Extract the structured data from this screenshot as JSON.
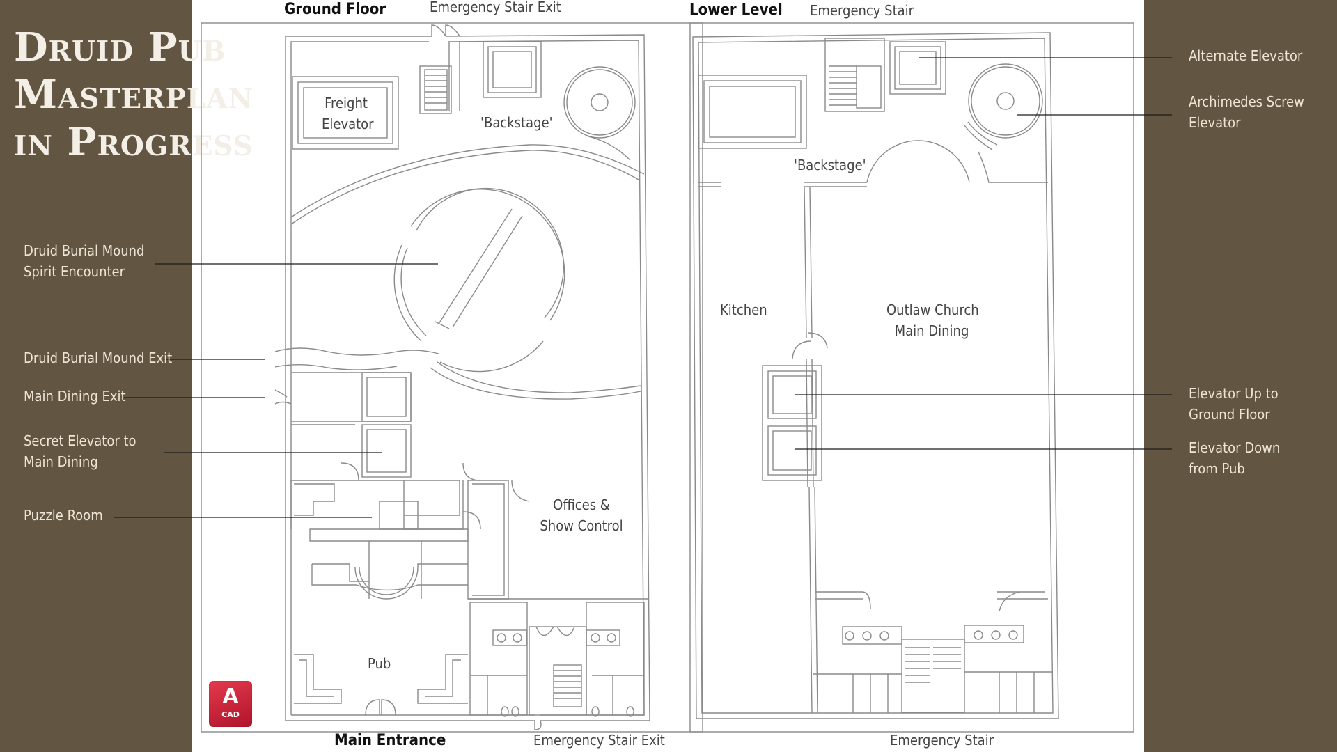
{
  "title_lines": [
    "Druid Pub",
    "Masterplan",
    "in Progress"
  ],
  "left_callouts": [
    {
      "lines": [
        "Druid Burial Mound",
        "Spirit Encounter"
      ]
    },
    {
      "lines": [
        "Druid Burial Mound Exit"
      ]
    },
    {
      "lines": [
        "Main Dining Exit"
      ]
    },
    {
      "lines": [
        "Secret Elevator to",
        "Main Dining"
      ]
    },
    {
      "lines": [
        "Puzzle Room"
      ]
    }
  ],
  "right_callouts": [
    {
      "lines": [
        "Alternate Elevator"
      ]
    },
    {
      "lines": [
        "Archimedes Screw",
        "Elevator"
      ]
    },
    {
      "lines": [
        "Elevator Up to",
        "Ground Floor"
      ]
    },
    {
      "lines": [
        "Elevator Down",
        "from Pub"
      ]
    }
  ],
  "ground_floor": {
    "heading": "Ground Floor",
    "top_label": "Emergency Stair Exit",
    "bottom_heading": "Main Entrance",
    "bottom_label": "Emergency Stair Exit",
    "rooms": {
      "freight_elevator": [
        "Freight",
        "Elevator"
      ],
      "backstage": "'Backstage'",
      "offices": [
        "Offices &",
        "Show Control"
      ],
      "pub": "Pub"
    }
  },
  "lower_level": {
    "heading": "Lower Level",
    "top_label": "Emergency Stair",
    "bottom_label": "Emergency Stair",
    "rooms": {
      "backstage": "'Backstage'",
      "kitchen": "Kitchen",
      "main_dining": [
        "Outlaw Church",
        "Main Dining"
      ]
    }
  },
  "cad_logo": {
    "letter": "A",
    "text": "CAD"
  },
  "colors": {
    "sidebar": "#625541",
    "canvas": "#ffffff",
    "wall": "#888888",
    "callout_text": "#eee5d5",
    "logo_red": "#c8223a"
  }
}
